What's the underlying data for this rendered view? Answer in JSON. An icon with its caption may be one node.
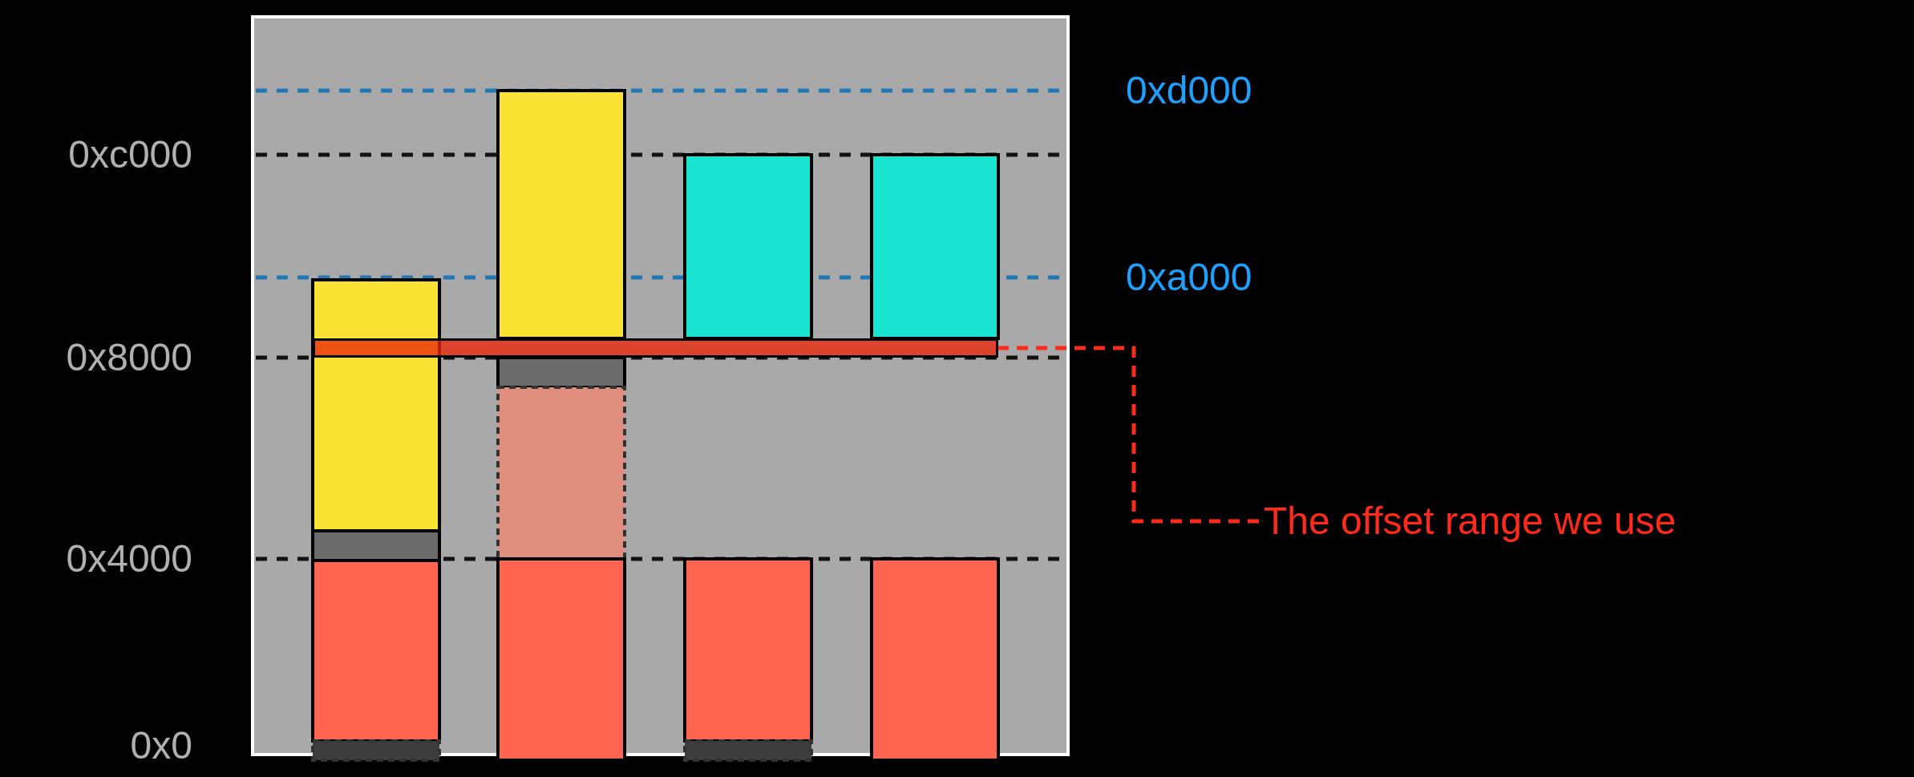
{
  "diagram": {
    "nodes": [
      {
        "text": [
          "The offset range we use"
        ]
      },
      {
        "text": [],
        "shape": "bar"
      }
    ],
    "edges": [
      {
        "from": 0,
        "to": 1,
        "arrow": "none",
        "style": "dashed"
      }
    ],
    "labels": [
      "0xd000",
      "0xc000",
      "0xa000",
      "0x8000",
      "0x4000",
      "0x0"
    ]
  }
}
